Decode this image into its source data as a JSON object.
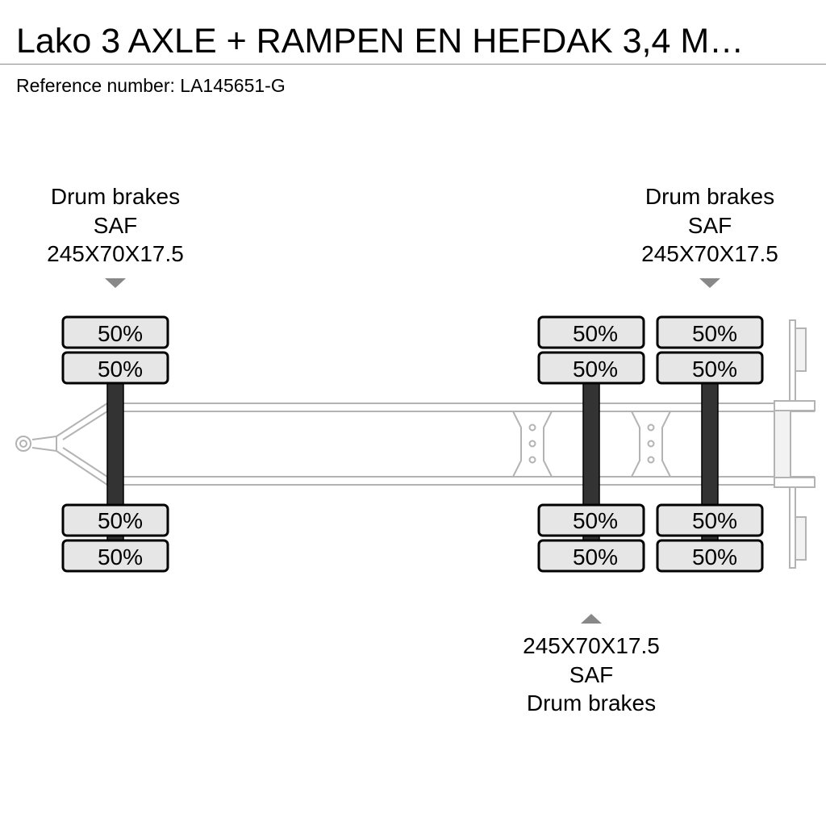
{
  "header": {
    "title": "Lako 3 AXLE + RAMPEN EN HEFDAK 3,4 M…",
    "reference_label": "Reference number:",
    "reference_value": "LA145651-G"
  },
  "axles": [
    {
      "brakes": "Drum brakes",
      "manufacturer": "SAF",
      "tire_size": "245X70X17.5",
      "wheel_loads": [
        "50%",
        "50%",
        "50%",
        "50%"
      ]
    },
    {
      "brakes": "Drum brakes",
      "manufacturer": "SAF",
      "tire_size": "245X70X17.5",
      "wheel_loads": [
        "50%",
        "50%",
        "50%",
        "50%"
      ]
    },
    {
      "brakes": "Drum brakes",
      "manufacturer": "SAF",
      "tire_size": "245X70X17.5",
      "wheel_loads": [
        "50%",
        "50%",
        "50%",
        "50%"
      ]
    }
  ],
  "colors": {
    "frame_stroke": "#b3b3b3",
    "axle_fill": "#333333",
    "wheel_fill": "#e6e6e6",
    "wheel_stroke": "#000000",
    "marker_fill": "#888888"
  }
}
